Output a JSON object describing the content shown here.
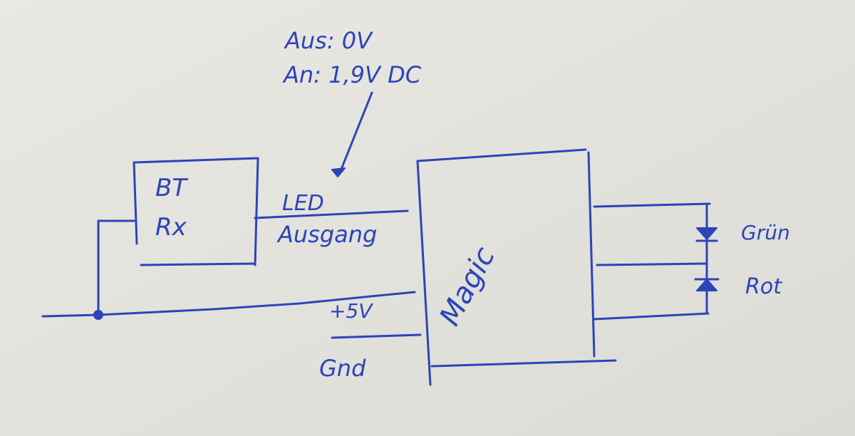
{
  "annotation": {
    "off_state": "Aus: 0V",
    "on_state": "An: 1,9V DC"
  },
  "receiver_box": {
    "line1": "BT",
    "line2": "Rx"
  },
  "signal_labels": {
    "led_output_line1": "LED",
    "led_output_line2": "Ausgang",
    "supply": "+5V",
    "ground": "Gnd"
  },
  "central_box": {
    "label": "Magic"
  },
  "led_labels": {
    "top": "Grün",
    "bottom": "Rot"
  },
  "colors": {
    "ink": "#2b45b8",
    "paper": "#e4e3de"
  }
}
